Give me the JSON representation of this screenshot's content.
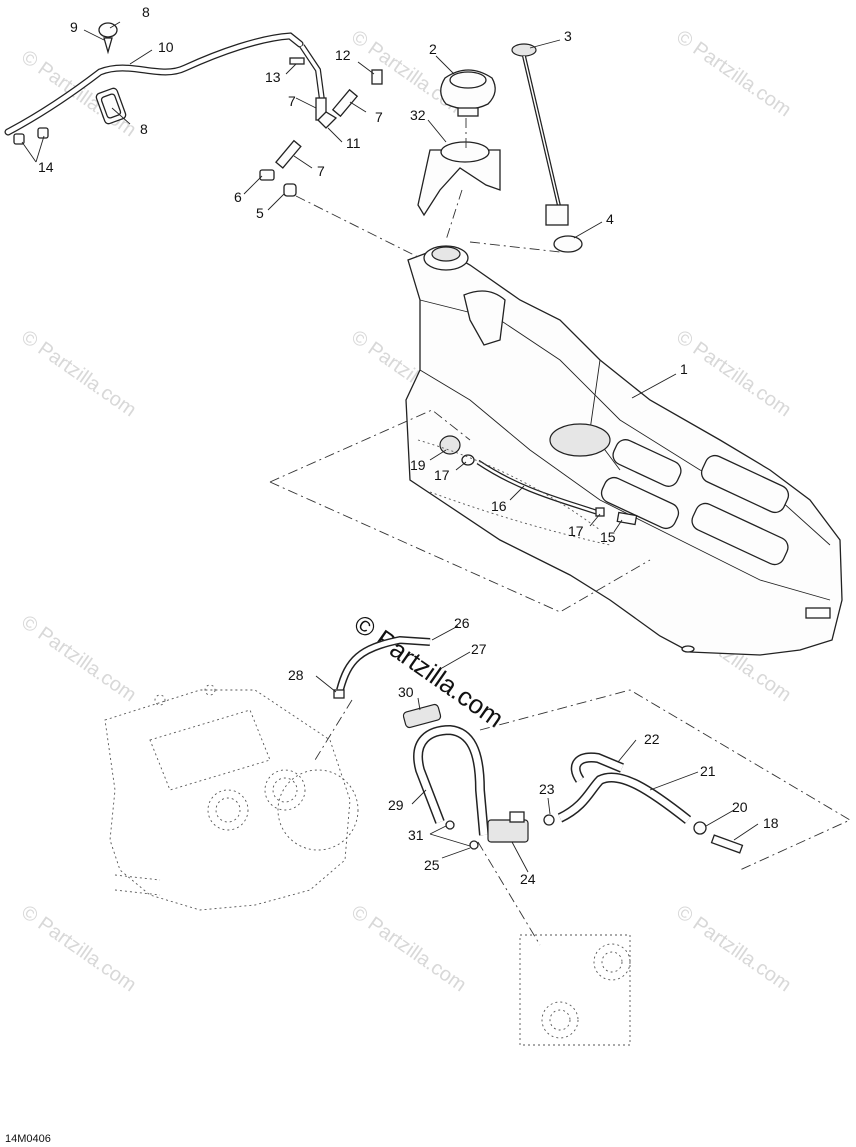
{
  "diagram_code": "14M0406",
  "watermark": {
    "small": "© Partzilla.com",
    "big": "© Partzilla.com"
  },
  "callouts": {
    "c1": "1",
    "c2": "2",
    "c3": "3",
    "c4": "4",
    "c5": "5",
    "c6": "6",
    "c7a": "7",
    "c7b": "7",
    "c7c": "7",
    "c8a": "8",
    "c8b": "8",
    "c9": "9",
    "c10": "10",
    "c11": "11",
    "c12": "12",
    "c13": "13",
    "c14": "14",
    "c15": "15",
    "c16": "16",
    "c17a": "17",
    "c17b": "17",
    "c18": "18",
    "c19": "19",
    "c20": "20",
    "c21": "21",
    "c22": "22",
    "c23": "23",
    "c24": "24",
    "c25": "25",
    "c26": "26",
    "c27": "27",
    "c28": "28",
    "c29": "29",
    "c30": "30",
    "c31": "31",
    "c32": "32"
  }
}
